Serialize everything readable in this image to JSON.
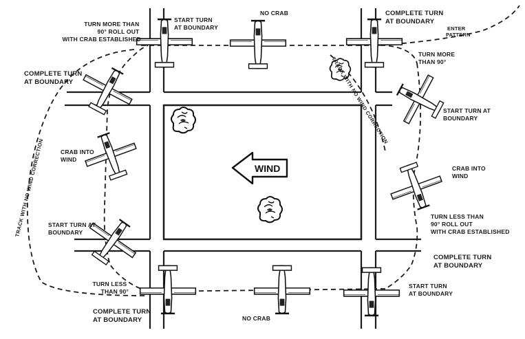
{
  "labels": {
    "tl_roll_out": [
      "TURN MORE THAN",
      "90° ROLL OUT",
      "WITH CRAB ESTABLISHED"
    ],
    "top_start_turn": [
      "START TURN",
      "AT BOUNDARY"
    ],
    "top_no_crab": [
      "NO CRAB"
    ],
    "tr_complete_turn": [
      "COMPLETE TURN",
      "AT BOUNDARY"
    ],
    "enter_pattern": [
      "ENTER",
      "PATTERN"
    ],
    "tr_turn_more": [
      "TURN MORE",
      "THAN 90°"
    ],
    "left_complete_turn": [
      "COMPLETE TURN",
      "AT BOUNDARY"
    ],
    "right_start_turn": [
      "START TURN AT",
      "BOUNDARY"
    ],
    "left_crab": [
      "CRAB INTO",
      "WIND"
    ],
    "right_crab": [
      "CRAB INTO",
      "WIND"
    ],
    "wind": "WIND",
    "left_start_turn": [
      "START TURN AT",
      "BOUNDARY"
    ],
    "right_turn_less": [
      "TURN LESS THAN",
      "90° ROLL OUT",
      "WITH CRAB ESTABLISHED"
    ],
    "right_complete_turn": [
      "COMPLETE TURN",
      "AT BOUNDARY"
    ],
    "bl_turn_less": [
      "TURN LESS",
      "THAN 90°"
    ],
    "br_start_turn": [
      "START TURN",
      "AT BOUNDARY"
    ],
    "bottom_complete_turn": [
      "COMPLETE TURN",
      "AT BOUNDARY"
    ],
    "bottom_no_crab": [
      "NO CRAB"
    ],
    "track_left": "TRACK WITH NO WIND CORRECTION",
    "track_right": "TRACK WITH NO WIND CORRECTION"
  },
  "colors": {
    "ink": "#1c1c1c",
    "paper": "#ffffff"
  },
  "icons": {
    "aircraft": "airplane-icon",
    "tree": "tree-icon",
    "wind_arrow": "wind-arrow-icon"
  }
}
